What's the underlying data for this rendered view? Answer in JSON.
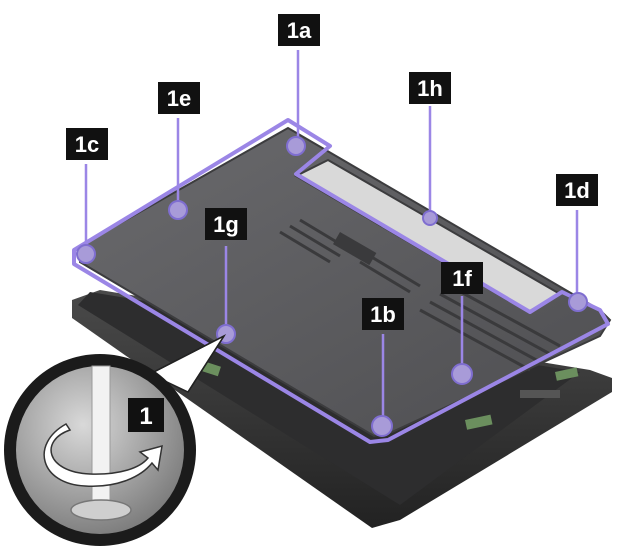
{
  "callouts": [
    {
      "id": "1a",
      "label": "1a"
    },
    {
      "id": "1b",
      "label": "1b"
    },
    {
      "id": "1c",
      "label": "1c"
    },
    {
      "id": "1d",
      "label": "1d"
    },
    {
      "id": "1e",
      "label": "1e"
    },
    {
      "id": "1f",
      "label": "1f"
    },
    {
      "id": "1g",
      "label": "1g"
    },
    {
      "id": "1h",
      "label": "1h"
    }
  ],
  "step": {
    "label": "1",
    "action_icon": "rotate-counterclockwise-icon"
  },
  "colors": {
    "highlight": "#9b86e6",
    "screw_fill": "#a89bd8",
    "label_bg": "#111111",
    "cover": "#5d5d60",
    "cover_edge": "#3c3c3e",
    "chassis": "#3a3a3a"
  }
}
